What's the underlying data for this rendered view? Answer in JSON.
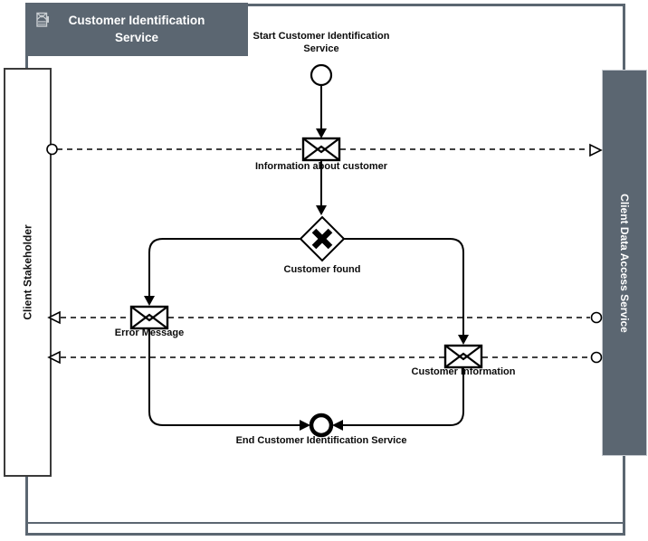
{
  "pool": {
    "label": "Customer Identification Service"
  },
  "lanes": {
    "left": {
      "label": "Client Stakeholder"
    },
    "right": {
      "label": "Client Data Access Service"
    }
  },
  "nodes": {
    "start": "Start Customer Identification Service",
    "message_info": "Information about customer",
    "gateway": "Customer found",
    "message_error": "Error Message",
    "message_customer": "Customer Information",
    "end": "End Customer Identification Service"
  },
  "colors": {
    "pool_fill": "#5b6671",
    "pool_text": "#ffffff",
    "flow_stroke": "#000000",
    "lane_border": "#3b3b3b",
    "participant_outline": "#c5cad0",
    "background": "#ffffff"
  },
  "icons": {
    "pool_badge": "stacked-messages-icon"
  }
}
